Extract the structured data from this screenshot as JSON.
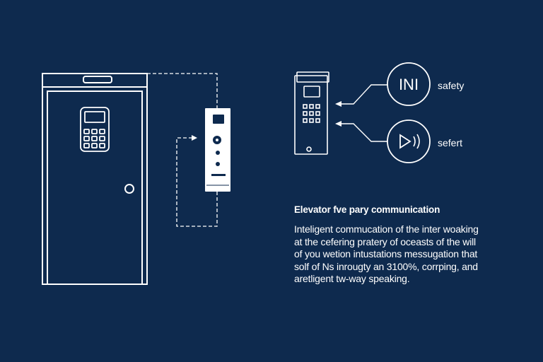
{
  "theme": {
    "background": "#0e2a4e",
    "line": "#ffffff"
  },
  "icons": {
    "top": {
      "glyph": "INI",
      "label": "safety",
      "icon_name": "intercom-badge-icon"
    },
    "bottom": {
      "glyph": "▷))",
      "label": "sefert",
      "icon_name": "speaker-play-icon"
    }
  },
  "description": {
    "title": "Elevator fve pary communication",
    "lines": [
      "Inteligent commucation of the inter woaking",
      "at the cefering pratery of oceasts of the will",
      "of you wetion intustations messugation that",
      "solf of Ns inrougty an 3100%, corrping, and",
      "aretligent tw-way speaking."
    ]
  }
}
